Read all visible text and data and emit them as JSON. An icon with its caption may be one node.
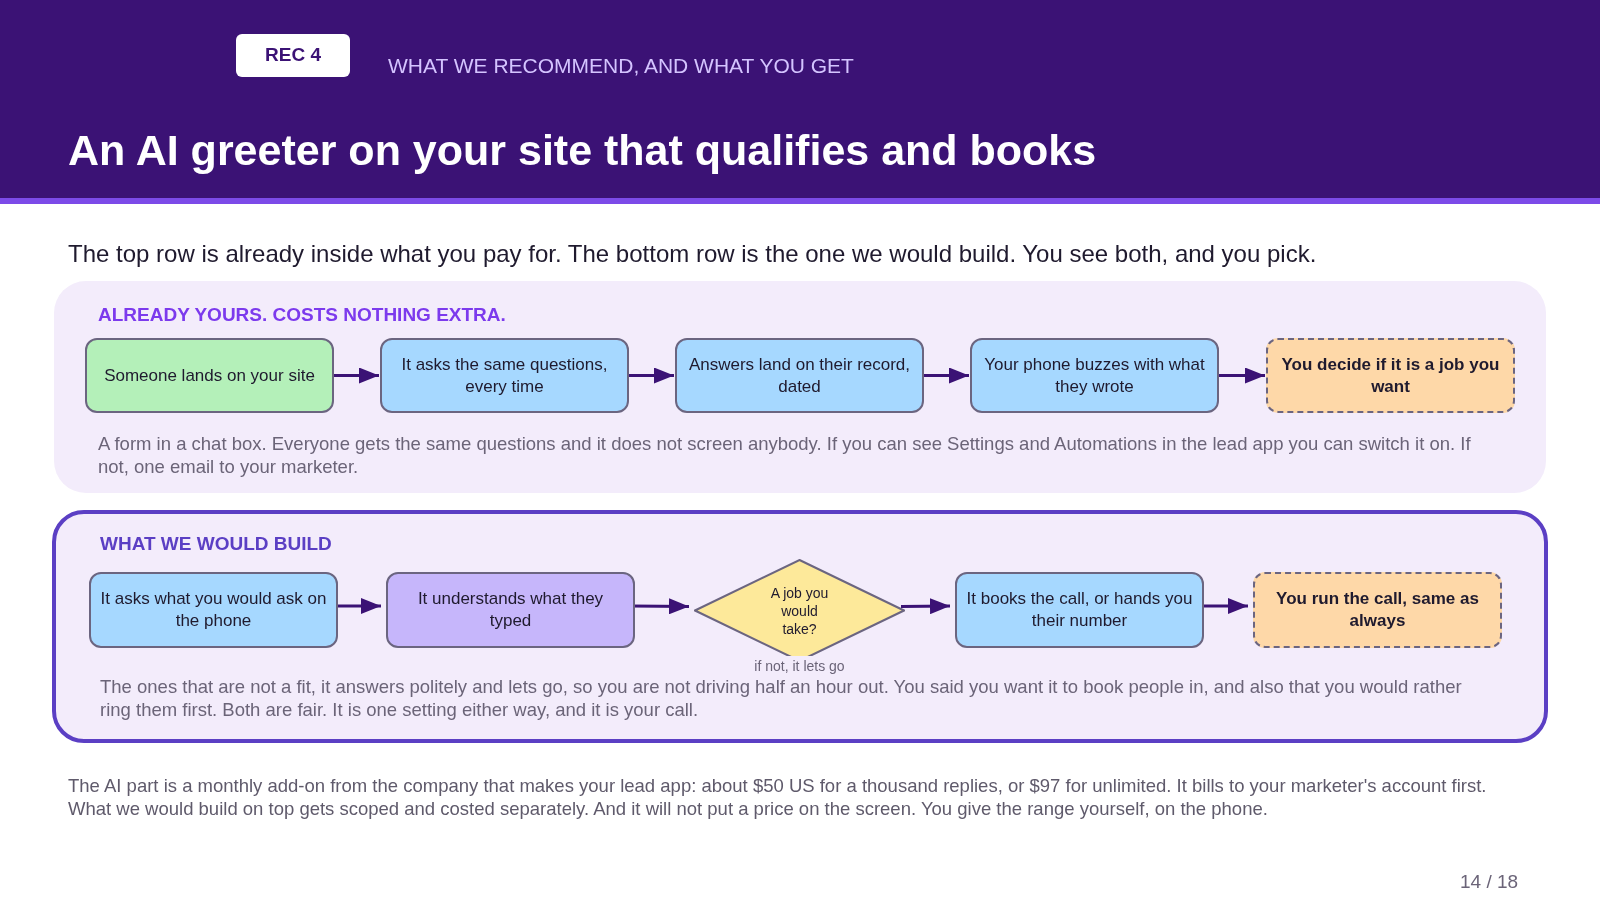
{
  "diagram": {
    "title": "An AI greeter on your site that qualifies and books",
    "nodes": [
      {
        "text": [
          "REC 4"
        ]
      },
      {
        "text": [
          "ALREADY YOURS. COSTS NOTHING EXTRA.",
          "A form in a chat box. Everyone gets the same questions and it does not screen anybody. If you can see Settings and Automations in the lead app you can switch it on. If not, one email to your marketer."
        ]
      },
      {
        "text": [
          "Someone lands on your site"
        ],
        "in": 1
      },
      {
        "text": [
          "It asks the same questions, every time"
        ],
        "in": 1
      },
      {
        "text": [
          "Answers land on their record, dated"
        ],
        "in": 1
      },
      {
        "text": [
          "Your phone buzzes with what they wrote"
        ],
        "in": 1
      },
      {
        "text": [
          "You decide if it is a job you want"
        ],
        "in": 1
      },
      {
        "text": [
          "WHAT WE WOULD BUILD",
          "The ones that are not a fit, it answers politely and lets go, so you are not driving half an hour out. You said you want it to book people in, and also that you would rather ring them first. Both are fair. It is one setting either way, and it is your call."
        ]
      },
      {
        "text": [
          "It asks what you would ask on the phone"
        ],
        "in": 7
      },
      {
        "text": [
          "It understands what they typed"
        ],
        "in": 7
      },
      {
        "text": [
          "A job you would take?"
        ],
        "in": 7,
        "beside": [
          "if not, it lets go"
        ]
      },
      {
        "text": [
          "It books the call, or hands you their number"
        ],
        "in": 7
      },
      {
        "text": [
          "You run the call, same as always"
        ],
        "in": 7
      }
    ],
    "edges": [
      {
        "from": 2,
        "to": 3,
        "arrow": "to"
      },
      {
        "from": 3,
        "to": 4,
        "arrow": "to"
      },
      {
        "from": 4,
        "to": 5,
        "arrow": "to"
      },
      {
        "from": 5,
        "to": 6,
        "arrow": "to"
      },
      {
        "from": 8,
        "to": 9,
        "arrow": "to"
      },
      {
        "from": 9,
        "to": 10,
        "arrow": "to"
      },
      {
        "from": 10,
        "to": 11,
        "arrow": "to"
      },
      {
        "from": 11,
        "to": 12,
        "arrow": "to"
      }
    ],
    "labels": [
      "WHAT WE RECOMMEND, AND WHAT YOU GET",
      "The top row is already inside what you pay for. The bottom row is the one we would build. You see both, and you pick.",
      "The AI part is a monthly add-on from the company that makes your lead app: about $50 US for a thousand replies, or $97 for unlimited. It bills to your marketer's account first. What we would build on top gets scoped and costed separately. And it will not put a price on the screen. You give the range yourself, on the phone.",
      "14 / 18"
    ]
  }
}
